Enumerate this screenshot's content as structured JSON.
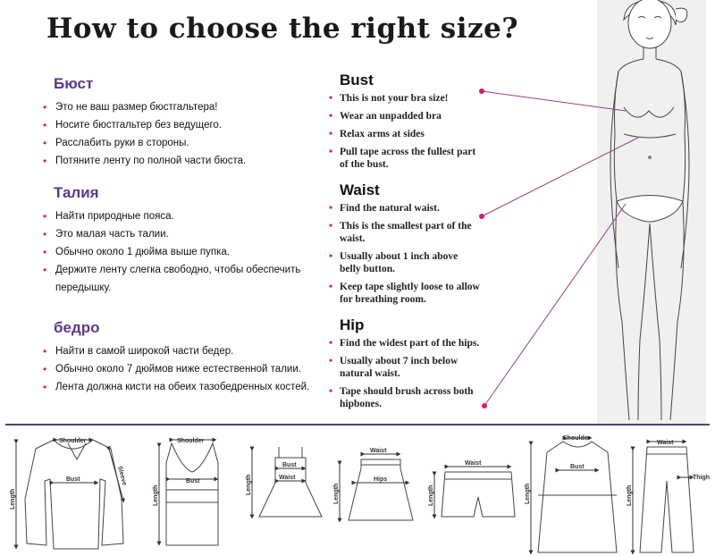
{
  "title": "How to choose the right size?",
  "ru": {
    "bust": {
      "heading": "Бюст",
      "items": [
        "Это не ваш размер бюстгальтера!",
        "Носите бюстгальтер без ведущего.",
        "Расслабить руки в стороны.",
        "Потяните ленту по полной части бюста."
      ]
    },
    "waist": {
      "heading": "Талия",
      "items": [
        "Найти природные пояса.",
        "Это малая часть талии.",
        "Обычно около 1 дюйма выше пупка.",
        "Держите ленту слегка свободно, чтобы обеспечить передышку."
      ]
    },
    "hip": {
      "heading": "бедро",
      "items": [
        "Найти в самой широкой части бедер.",
        "Обычно около 7 дюймов ниже естественной талии.",
        "Лента должна кисти на обеих тазобедренных костей."
      ]
    }
  },
  "en": {
    "bust": {
      "heading": "Bust",
      "items": [
        "This is not your bra size!",
        "Wear an unpadded bra",
        "Relax arms at sides",
        "Pull tape across the fullest part of the bust."
      ]
    },
    "waist": {
      "heading": "Waist",
      "items": [
        "Find the natural waist.",
        "This is the smallest part of the waist.",
        "Usually about 1 inch above belly button.",
        "Keep tape slightly loose to allow for breathing room."
      ]
    },
    "hip": {
      "heading": "Hip",
      "items": [
        "Find the widest part of the hips.",
        "Usually about 7 inch below natural waist.",
        "Tape should brush across both hipbones."
      ]
    }
  },
  "garments": {
    "shirt": {
      "shoulder": "Shoulder",
      "bust": "Bust",
      "length": "Length",
      "sleeve": "Sleeve"
    },
    "tank": {
      "shoulder": "Shoulder",
      "bust": "Bust",
      "length": "Length"
    },
    "dress": {
      "bust": "Bust",
      "waist": "Waist",
      "length": "Length"
    },
    "skirt": {
      "waist": "Waist",
      "hips": "Hips",
      "length": "Length"
    },
    "shorts": {
      "waist": "Waist",
      "length": "Length"
    },
    "coat": {
      "shoulder": "Shoulder",
      "bust": "Bust",
      "length": "Length"
    },
    "pants": {
      "waist": "Waist",
      "thigh": "Thigh",
      "length": "Length"
    }
  },
  "colors": {
    "accent_pink": "#e0166f",
    "heading_purple": "#5a3a8a",
    "pointer_line": "#9a3f8a",
    "divider": "#3a4a7a"
  }
}
